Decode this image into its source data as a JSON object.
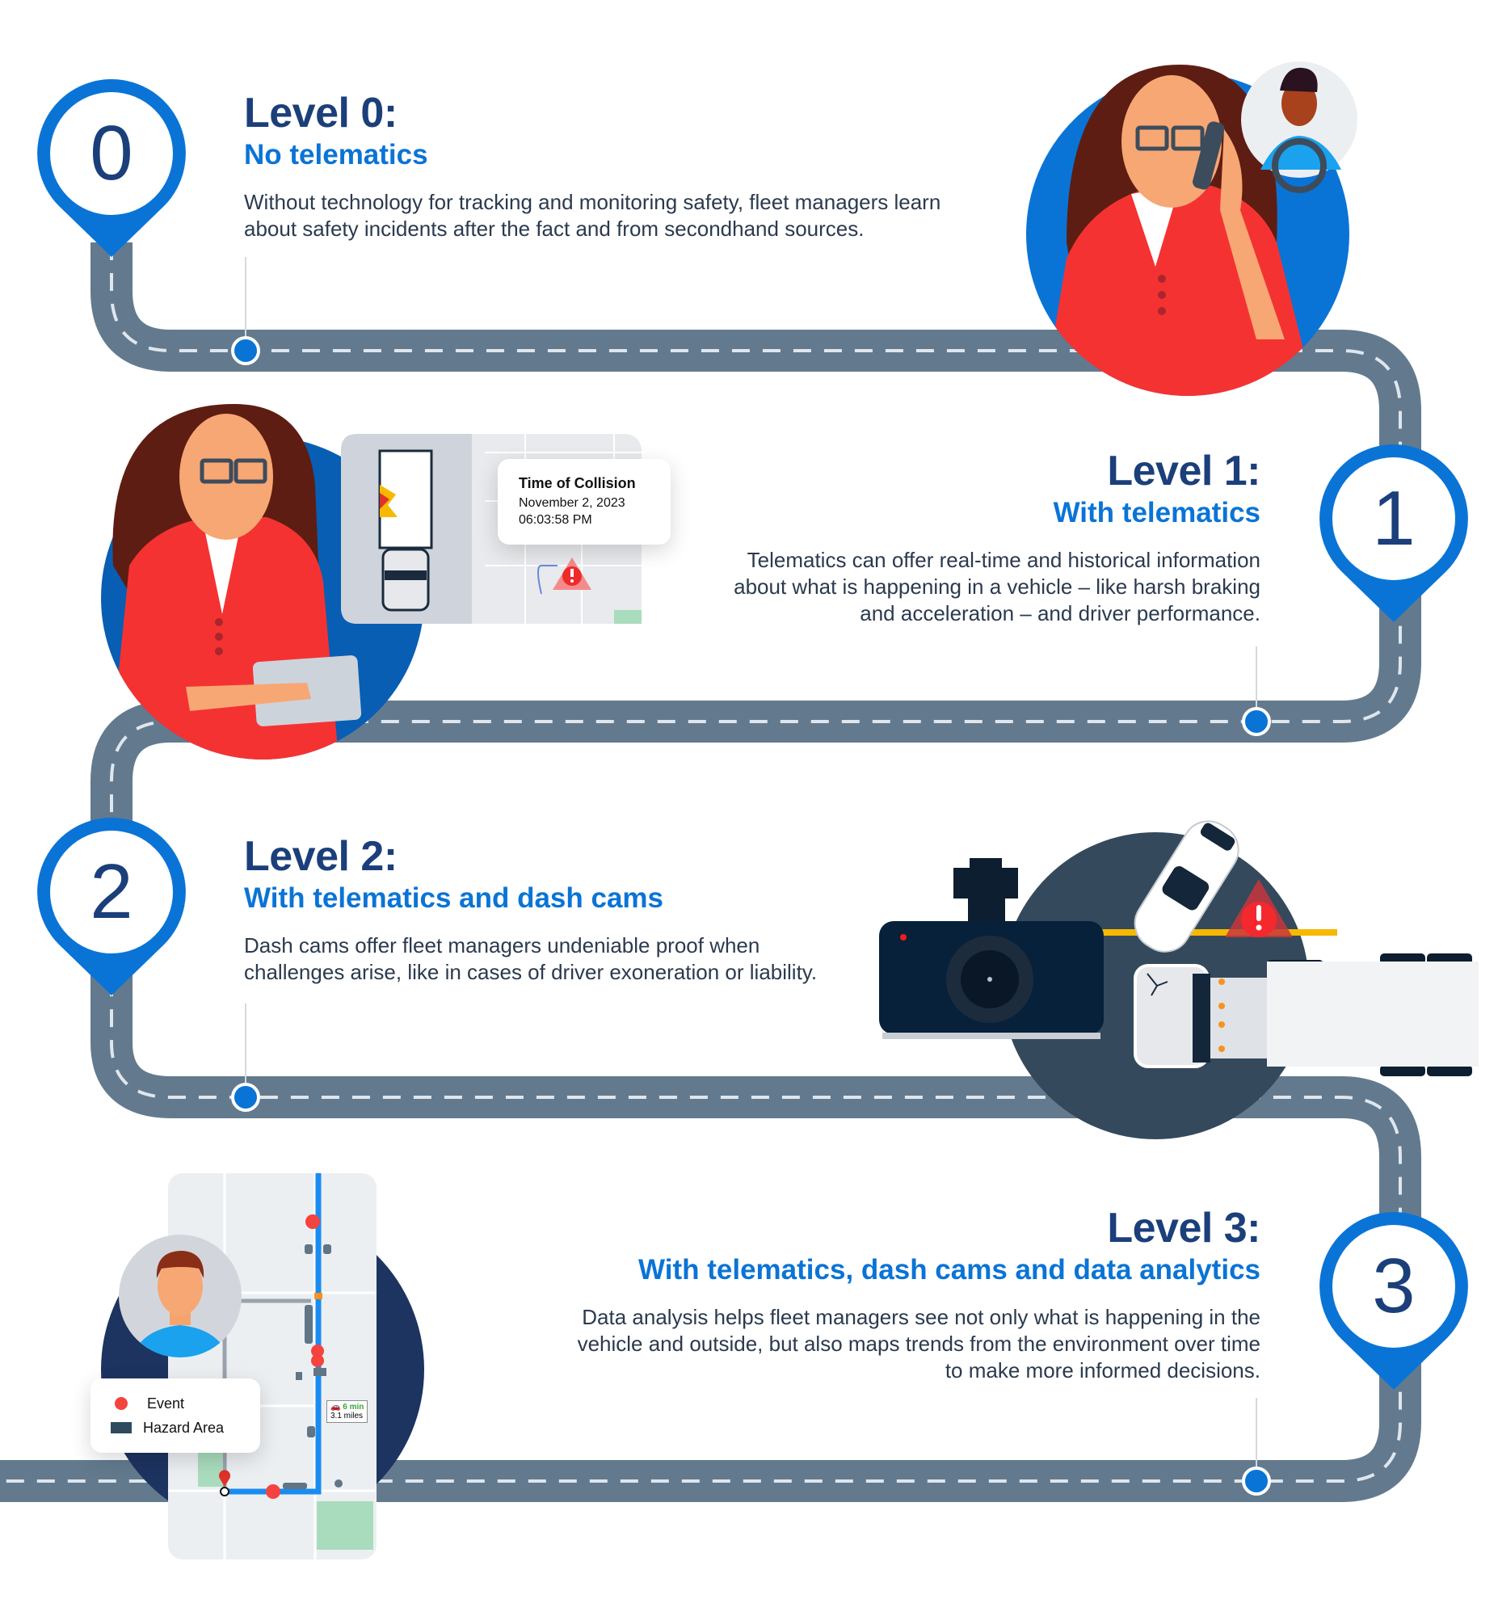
{
  "levels": [
    {
      "number": "0",
      "title": "Level 0:",
      "subtitle": "No telematics",
      "description_lines": [
        "Without technology for tracking and monitoring safety, fleet managers learn",
        "about safety incidents after the fact and from secondhand sources."
      ]
    },
    {
      "number": "1",
      "title": "Level 1:",
      "subtitle": "With telematics",
      "description_lines": [
        "Telematics can offer real-time and historical information",
        "about what is happening in a vehicle – like harsh braking",
        "and acceleration – and driver performance."
      ]
    },
    {
      "number": "2",
      "title": "Level 2:",
      "subtitle": "With telematics and dash cams",
      "description_lines": [
        "Dash cams offer fleet managers undeniable proof when",
        "challenges arise, like in cases of driver exoneration or liability."
      ]
    },
    {
      "number": "3",
      "title": "Level 3:",
      "subtitle": "With telematics, dash cams and data analytics",
      "description_lines": [
        "Data analysis helps fleet managers see not only what is happening in the",
        "vehicle and outside, but also maps trends from the environment over time",
        "to make more informed decisions."
      ]
    }
  ],
  "collision_card": {
    "title": "Time of Collision",
    "date": "November 2, 2023",
    "time": "06:03:58 PM"
  },
  "map_legend": {
    "event_label": "Event",
    "hazard_label": "Hazard Area"
  },
  "route_label": {
    "duration": "6 min",
    "distance": "3.1 miles"
  },
  "colors": {
    "pin_blue": "#0a74d6",
    "title_navy": "#1b3f7a",
    "road_gray": "#637a8e",
    "dash_light": "#dfe6ee",
    "shirt_red": "#f53232",
    "event_red": "#f5433f",
    "hazard_navy": "#2f4a5f"
  }
}
